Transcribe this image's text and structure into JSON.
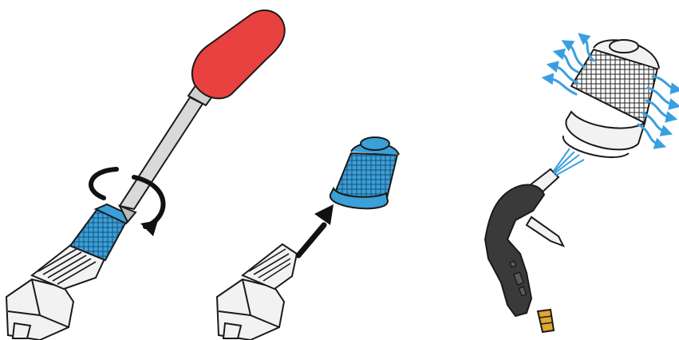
{
  "figure": {
    "steps": [
      {
        "id": "unscrew-filter",
        "icons": [
          "screwdriver-icon",
          "rotate-arrow-icon",
          "filter-cartridge-icon",
          "threaded-fitting-icon"
        ]
      },
      {
        "id": "remove-filter",
        "icons": [
          "up-right-arrow-icon",
          "filter-cartridge-icon",
          "threaded-fitting-icon"
        ]
      },
      {
        "id": "blow-clean-filter",
        "icons": [
          "air-blow-gun-icon",
          "airflow-arrows-icon",
          "filter-cartridge-icon"
        ]
      }
    ]
  },
  "colors": {
    "outline": "#1a1a1a",
    "handle_red": "#e8413f",
    "filter_blue": "#3aa0d8",
    "airflow_blue": "#3a9fe0",
    "metal_light": "#f2f2f2",
    "gun_dark": "#3a3a3a",
    "brass": "#e0a630"
  }
}
